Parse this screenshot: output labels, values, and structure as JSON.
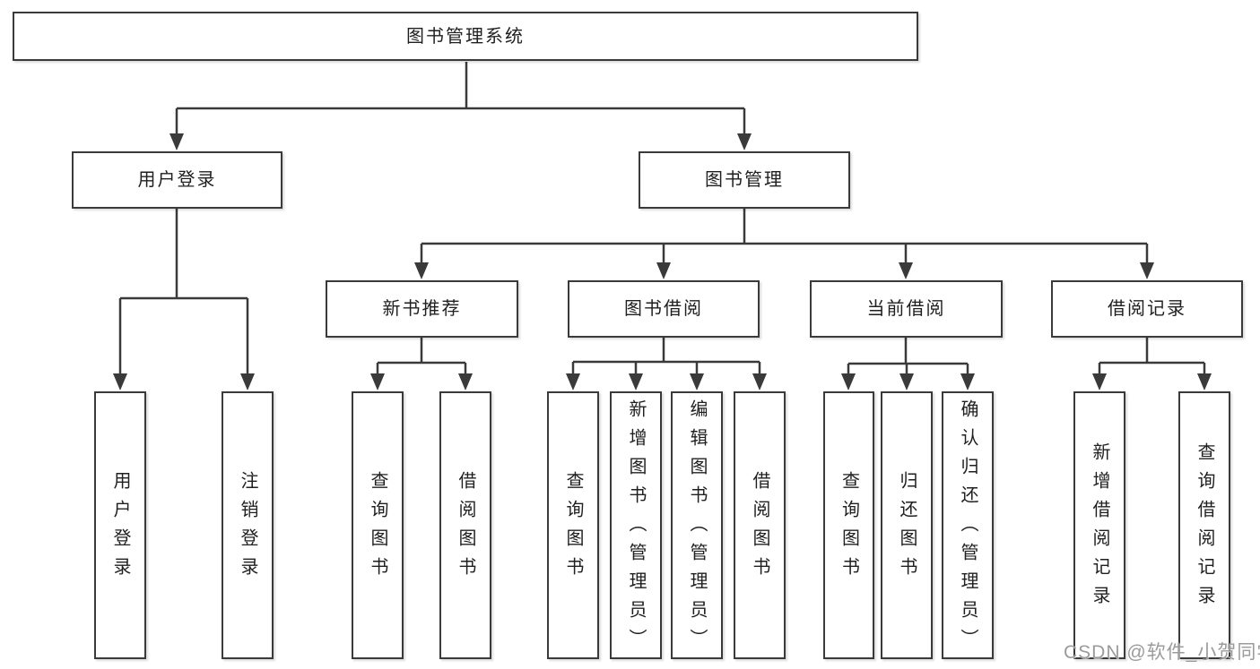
{
  "colors": {
    "line": "#3a3a3a",
    "box-border": "#3a3a3a",
    "box-bg": "#ffffff",
    "text": "#1f1f1f",
    "watermark": "#9b9b9b",
    "background": "#ffffff"
  },
  "watermark": "CSDN @软件_小贺同学",
  "tree": {
    "root": "图书管理系统",
    "children": [
      {
        "label": "用户登录",
        "children": [
          "用户登录",
          "注销登录"
        ]
      },
      {
        "label": "图书管理",
        "children": [
          {
            "label": "新书推荐",
            "children": [
              "查询图书",
              "借阅图书"
            ]
          },
          {
            "label": "图书借阅",
            "children": [
              "查询图书",
              "新增图书（管理员）",
              "编辑图书（管理员）",
              "借阅图书"
            ]
          },
          {
            "label": "当前借阅",
            "children": [
              "查询图书",
              "归还图书",
              "确认归还（管理员）"
            ]
          },
          {
            "label": "借阅记录",
            "children": [
              "新增借阅记录",
              "查询借阅记录"
            ]
          }
        ]
      }
    ]
  }
}
